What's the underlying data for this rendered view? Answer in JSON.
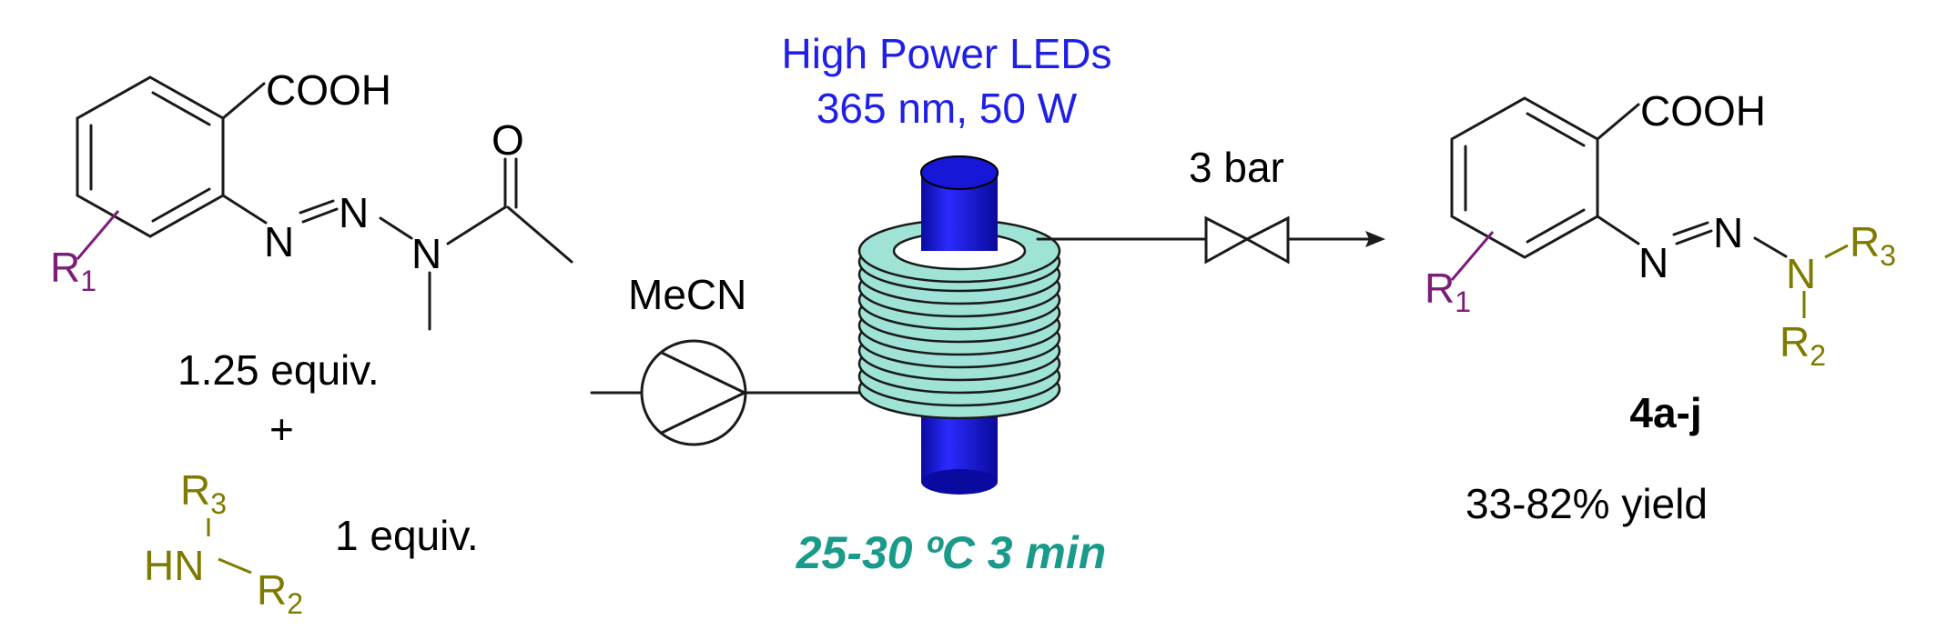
{
  "colors": {
    "r1": "#7a1e78",
    "r23": "#7f7a00",
    "led_blue": "#1f1fe6",
    "coil": "#9fe3d6",
    "condition_green": "#1a9a8a",
    "bond": "#1a1a1a"
  },
  "reactant": {
    "cooh": "COOH",
    "n1": "N",
    "n2": "N",
    "n3": "N",
    "o": "O",
    "r1": "R",
    "r1_sub": "1",
    "amount": "1.25 equiv.",
    "plus": "+"
  },
  "amine": {
    "r3": "R",
    "r3_sub": "3",
    "hn": "HN",
    "r2": "R",
    "r2_sub": "2",
    "amount": "1 equiv."
  },
  "reactor": {
    "led_line1": "High Power LEDs",
    "led_line2": "365 nm, 50 W",
    "solvent": "MeCN",
    "pressure": "3 bar",
    "conditions": "25-30 ºC 3 min"
  },
  "product": {
    "cooh": "COOH",
    "n1": "N",
    "n2": "N",
    "n3": "N",
    "r1": "R",
    "r1_sub": "1",
    "r3": "R",
    "r3_sub": "3",
    "r2": "R",
    "r2_sub": "2",
    "label": "4a-j",
    "yield": "33-82% yield"
  }
}
